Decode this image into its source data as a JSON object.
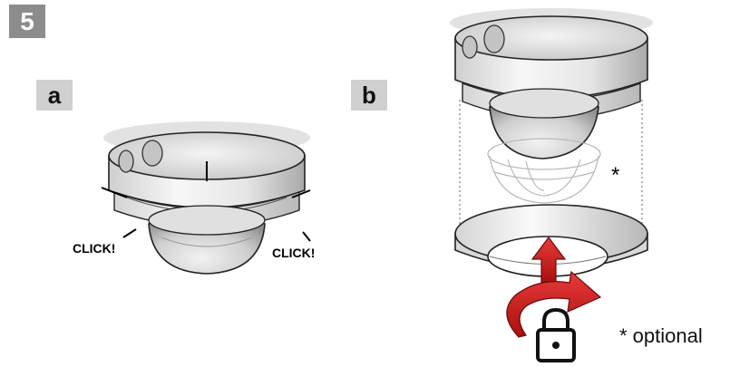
{
  "step": {
    "number": "5"
  },
  "panels": {
    "a": {
      "label": "a",
      "click_left": "CLICK!",
      "click_right": "CLICK!"
    },
    "b": {
      "label": "b",
      "star": "*"
    }
  },
  "legend": {
    "text": "* optional"
  },
  "colors": {
    "arrow": "#d32020",
    "badge_step": "#8c8c8c",
    "badge_panel": "#d0d0d0"
  },
  "icons": [
    "lock-icon",
    "rotate-arrow-icon",
    "up-arrow-icon"
  ]
}
